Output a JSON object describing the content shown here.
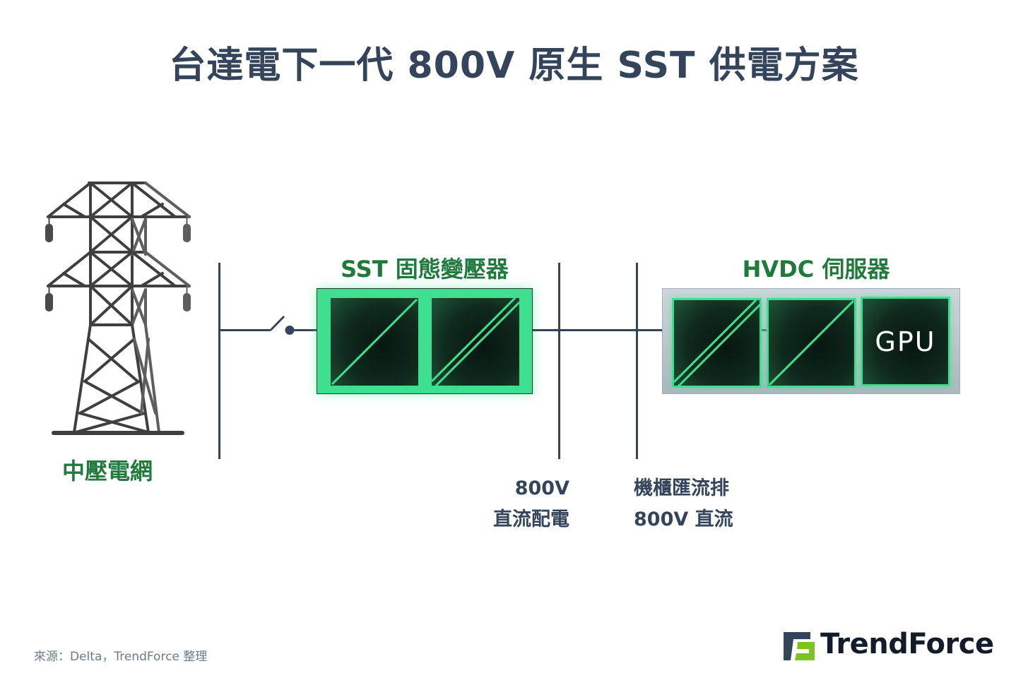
{
  "title": "台達電下一代 800V 原生 SST 供電方案",
  "grid": {
    "label": "中壓電網",
    "icon": "transmission-tower-icon"
  },
  "switch": {
    "icon": "open-switch-icon"
  },
  "sst": {
    "label": "SST 固態變壓器",
    "modules": [
      {
        "icon": "ac-dc-converter-icon",
        "lines": 1
      },
      {
        "icon": "dc-dc-converter-icon",
        "lines": 2
      }
    ]
  },
  "bus_labels": {
    "dc_distribution": {
      "line1": "800V",
      "line2": "直流配電"
    },
    "rack_busbar": {
      "line1": "機櫃匯流排",
      "line2": "800V 直流"
    }
  },
  "hvdc_server": {
    "label": "HVDC 伺服器",
    "modules": [
      {
        "icon": "dc-dc-converter-icon",
        "lines": 2
      },
      {
        "icon": "dc-dc-converter-icon",
        "lines": 1
      },
      {
        "label": "GPU"
      }
    ]
  },
  "colors": {
    "title": "#34445a",
    "accent_green": "#3ee08f",
    "label_green": "#1f7a3c",
    "line": "#34445a",
    "logo_dark": "#34445a",
    "logo_green": "#7bc31e"
  },
  "footer": {
    "source": "來源：Delta，TrendForce 整理",
    "logo_text": "TrendForce"
  }
}
